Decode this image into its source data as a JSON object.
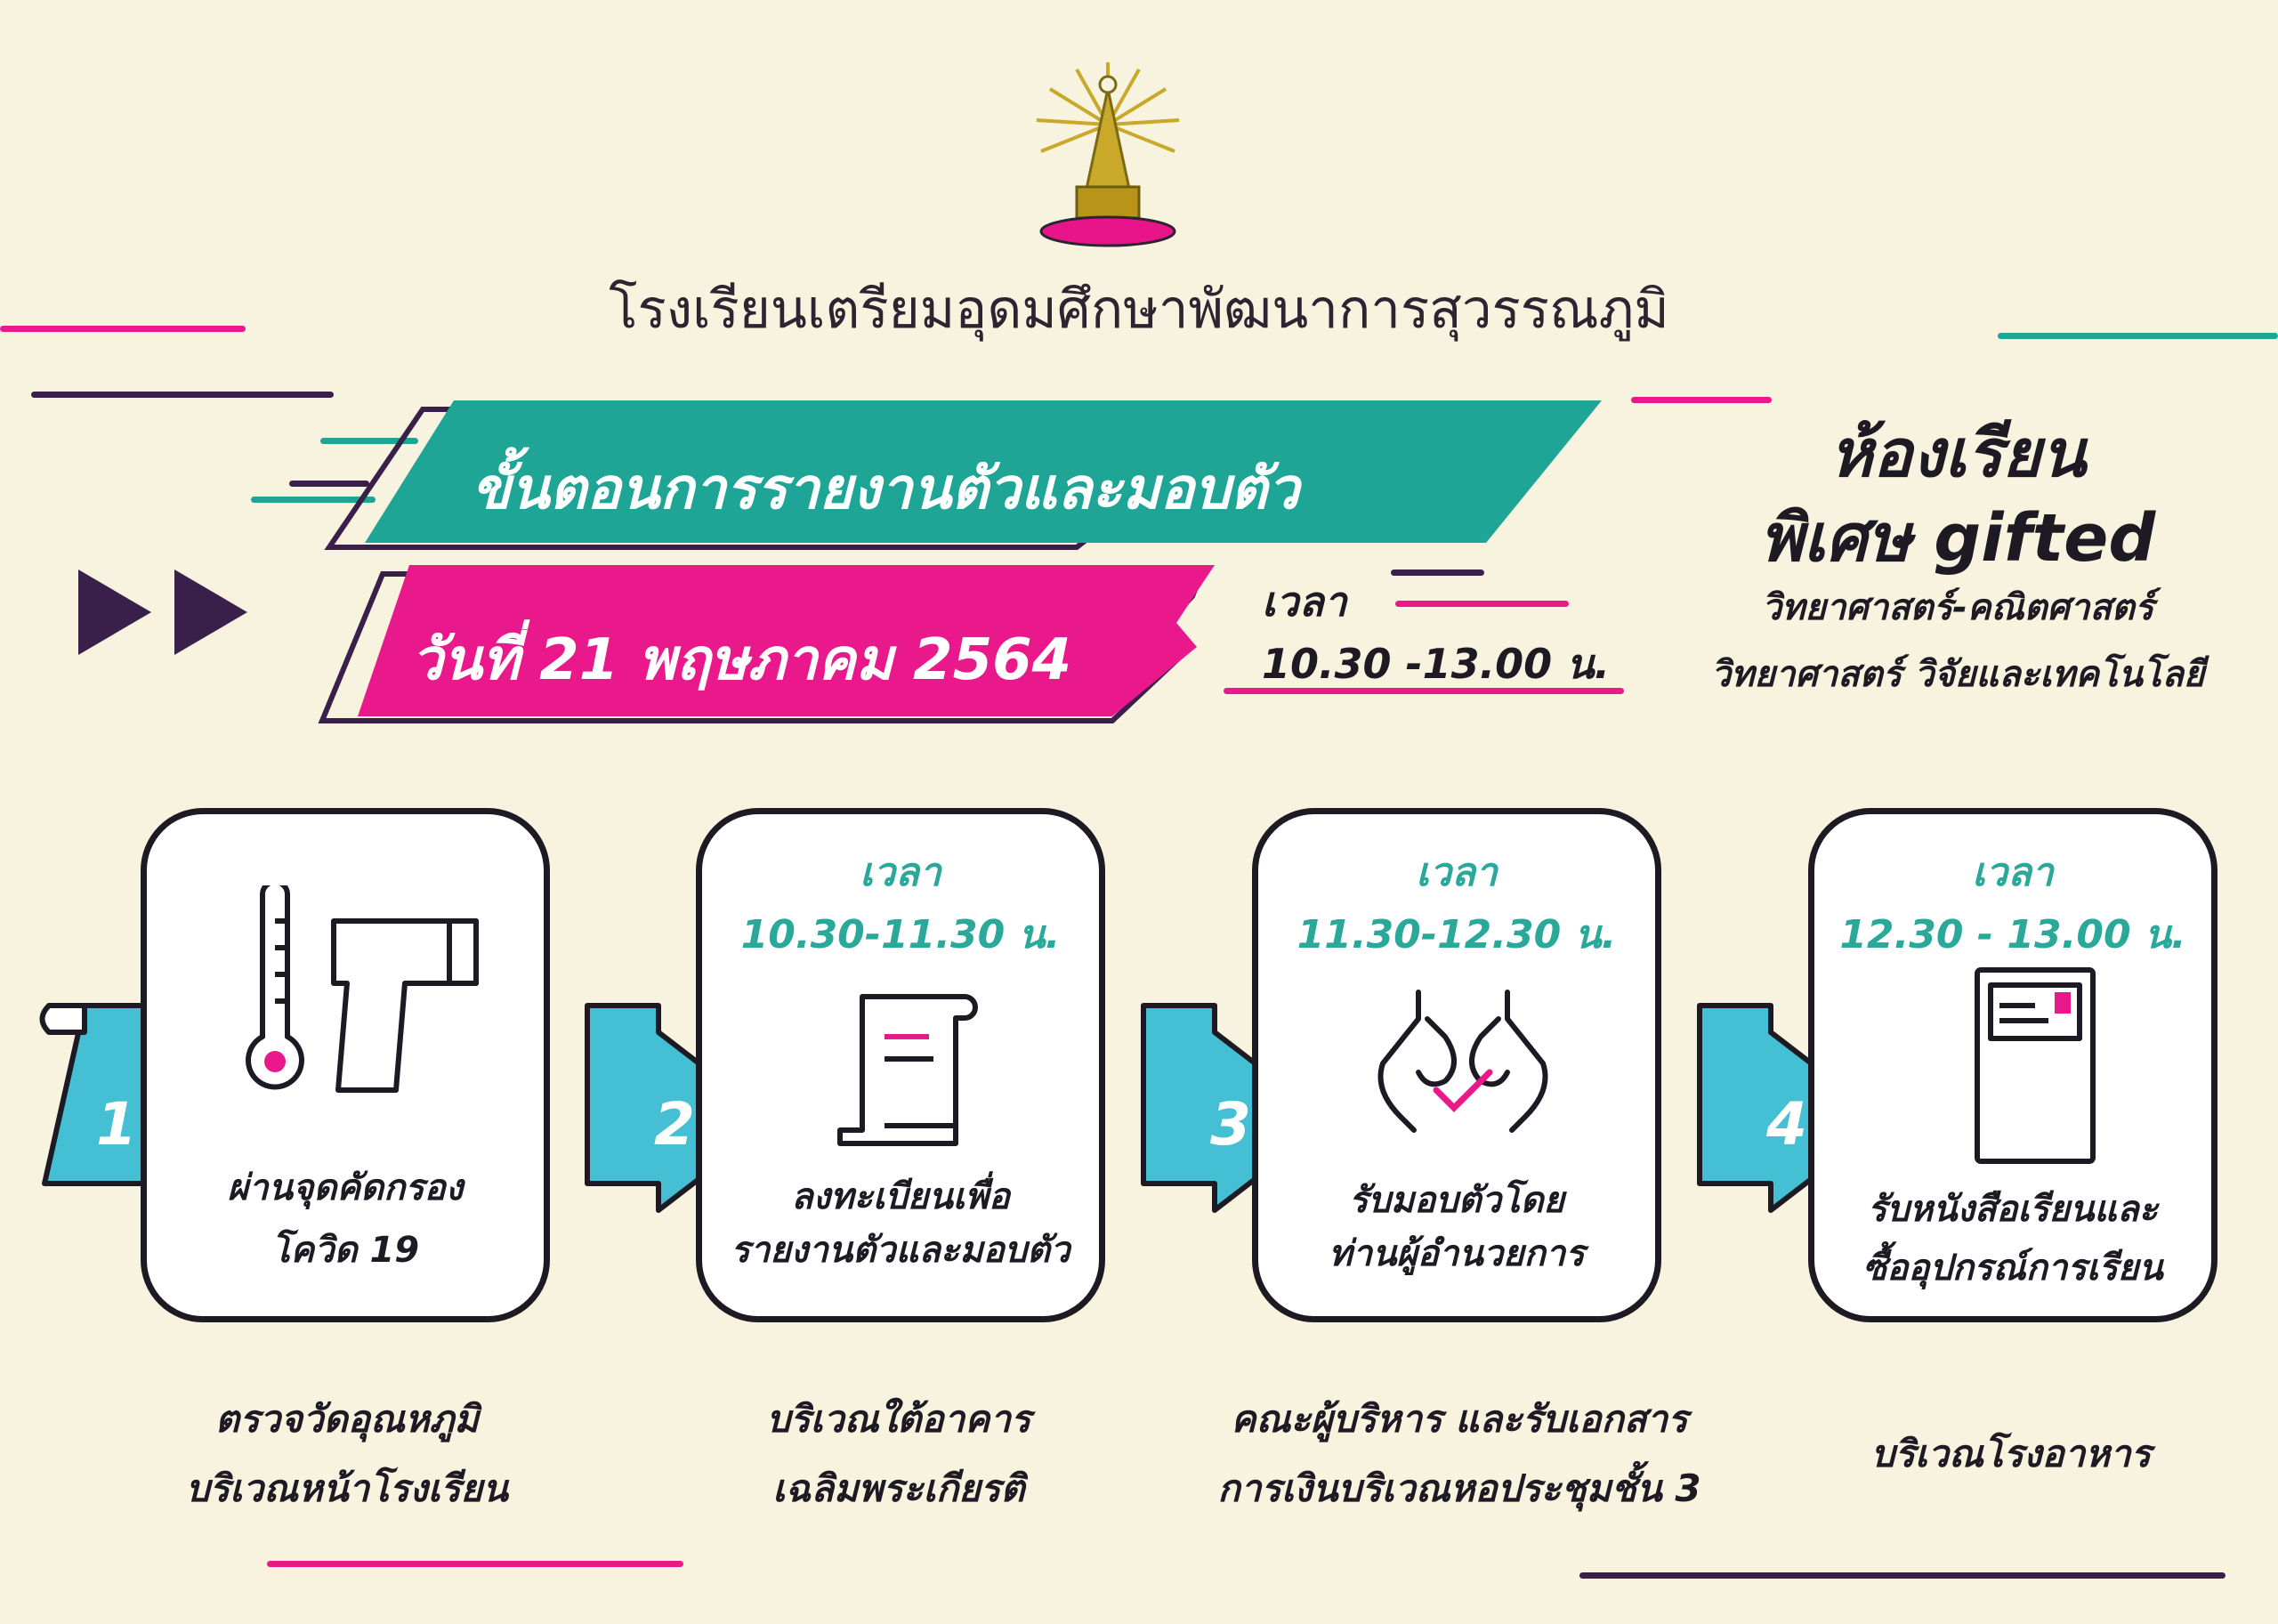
{
  "school_name": "โรงเรียนเตรียมอุดมศึกษาพัฒนาการสุวรรณภูมิ",
  "banner": {
    "title": "ขั้นตอนการรายงานตัวและมอบตัว",
    "date": "วันที่ 21 พฤษภาคม 2564",
    "time_label": "เวลา",
    "time_range": "10.30 -13.00 น."
  },
  "program": {
    "line1": "ห้องเรียน",
    "line2": "พิเศษ gifted",
    "track1": "วิทยาศาสตร์-คณิตศาสตร์",
    "track2": "วิทยาศาสตร์ วิจัยและเทคโนโลยี"
  },
  "steps": [
    {
      "number": "1",
      "time_label": "",
      "time": "",
      "label_line1": "ผ่านจุดคัดกรอง",
      "label_line2": "โควิด 19",
      "place_line1": "ตรวจวัดอุณหภูมิ",
      "place_line2": "บริเวณหน้าโรงเรียน",
      "icon": "thermometer-scanner-icon"
    },
    {
      "number": "2",
      "time_label": "เวลา",
      "time": "10.30-11.30 น.",
      "label_line1": "ลงทะเบียนเพื่อ",
      "label_line2": "รายงานตัวและมอบตัว",
      "place_line1": "บริเวณใต้อาคาร",
      "place_line2": "เฉลิมพระเกียรติ",
      "icon": "document-scroll-icon"
    },
    {
      "number": "3",
      "time_label": "เวลา",
      "time": "11.30-12.30 น.",
      "label_line1": "รับมอบตัวโดย",
      "label_line2": "ท่านผู้อำนวยการ",
      "place_line1": "คณะผู้บริหาร และรับเอกสาร",
      "place_line2": "การเงินบริเวณหอประชุมชั้น 3",
      "icon": "hands-check-icon"
    },
    {
      "number": "4",
      "time_label": "เวลา",
      "time": "12.30 - 13.00 น.",
      "label_line1": "รับหนังสือเรียนและ",
      "label_line2": "ซื้ออุปกรณ์การเรียน",
      "place_line1": "บริเวณโรงอาหาร",
      "place_line2": "",
      "icon": "book-icon"
    }
  ],
  "colors": {
    "background": "#f7f3df",
    "teal": "#1fa596",
    "magenta": "#e9198c",
    "dark_purple": "#3a1f4a",
    "arrow_teal": "#44bfd3"
  }
}
